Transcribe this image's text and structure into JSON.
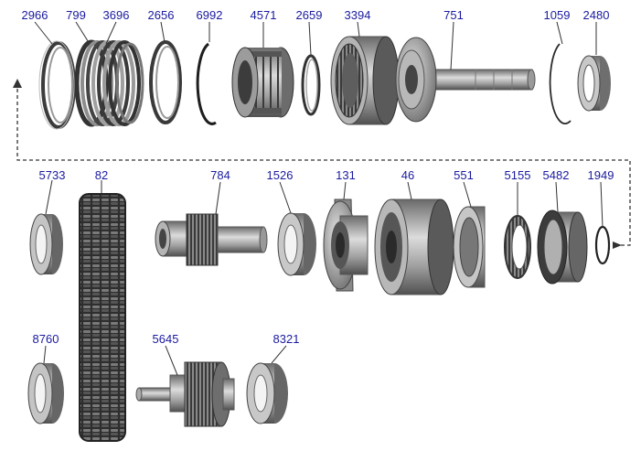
{
  "colors": {
    "label": "#1a1aa0",
    "leader": "#333333",
    "metal_light": "#d8d8d8",
    "metal_mid": "#9a9a9a",
    "metal_dark": "#4a4a4a",
    "background": "#ffffff"
  },
  "parts": {
    "p2966": "2966",
    "p799": "799",
    "p3696": "3696",
    "p2656": "2656",
    "p6992": "6992",
    "p4571": "4571",
    "p2659": "2659",
    "p3394": "3394",
    "p751": "751",
    "p1059": "1059",
    "p2480": "2480",
    "p5733": "5733",
    "p82": "82",
    "p784": "784",
    "p1526": "1526",
    "p131": "131",
    "p46": "46",
    "p551": "551",
    "p5155": "5155",
    "p5482": "5482",
    "p1949": "1949",
    "p8760": "8760",
    "p5645": "5645",
    "p8321": "8321"
  }
}
